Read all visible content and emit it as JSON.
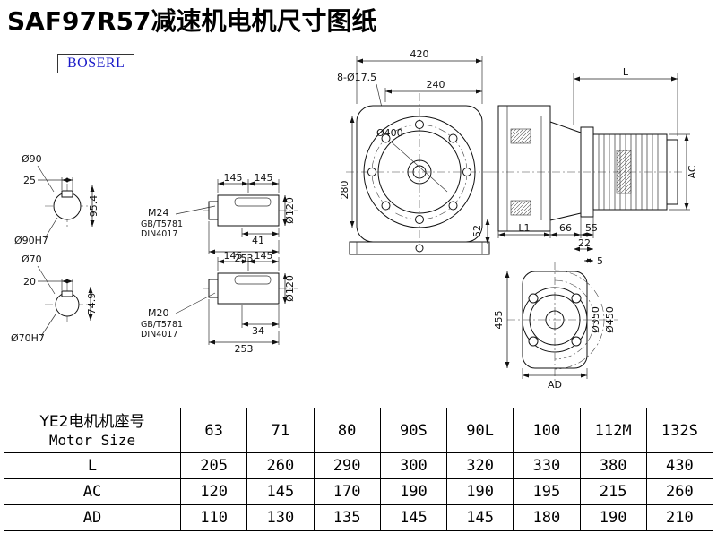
{
  "title": "SAF97R57减速机电机尺寸图纸",
  "logo": "BOSERL",
  "dims": {
    "s1_d": "Ø90",
    "s1_w": "25",
    "s1_h": "95.4",
    "s1_fit": "Ø90H7",
    "s2_d": "Ø70",
    "s2_w": "20",
    "s2_h": "74.9",
    "s2_fit": "Ø70H7",
    "sd1_a": "145",
    "sd1_b": "145",
    "sd1_dia": "Ø120",
    "sd1_thread": "M24",
    "sd1_std1": "GB/T5781",
    "sd1_std2": "DIN4017",
    "sd1_key": "41",
    "sd1_total": "253",
    "sd2_a": "145",
    "sd2_b": "145",
    "sd2_dia": "Ø120",
    "sd2_thread": "M20",
    "sd2_std1": "GB/T5781",
    "sd2_std2": "DIN4017",
    "sd2_key": "34",
    "sd2_total": "253",
    "fv_w": "420",
    "fv_bolts": "8-Ø17.5",
    "fv_w2": "240",
    "fv_dia": "Ø400",
    "fv_h": "280",
    "fv_base": "52",
    "sv_L": "L",
    "sv_AC": "AC",
    "sv_L1": "L1",
    "sv_66": "66",
    "sv_55": "55",
    "sv_22": "22",
    "sv_5": "5",
    "fl_h": "455",
    "fl_d1": "Ø350",
    "fl_d2": "Ø450",
    "fl_AD": "AD"
  },
  "table": {
    "header_cn": "YE2电机机座号",
    "header_en": "Motor Size",
    "sizes": [
      "63",
      "71",
      "80",
      "90S",
      "90L",
      "100",
      "112M",
      "132S"
    ],
    "rows": [
      {
        "label": "L",
        "values": [
          "205",
          "260",
          "290",
          "300",
          "320",
          "330",
          "380",
          "430"
        ]
      },
      {
        "label": "AC",
        "values": [
          "120",
          "145",
          "170",
          "190",
          "190",
          "195",
          "215",
          "260"
        ]
      },
      {
        "label": "AD",
        "values": [
          "110",
          "130",
          "135",
          "145",
          "145",
          "180",
          "190",
          "210"
        ]
      }
    ]
  }
}
